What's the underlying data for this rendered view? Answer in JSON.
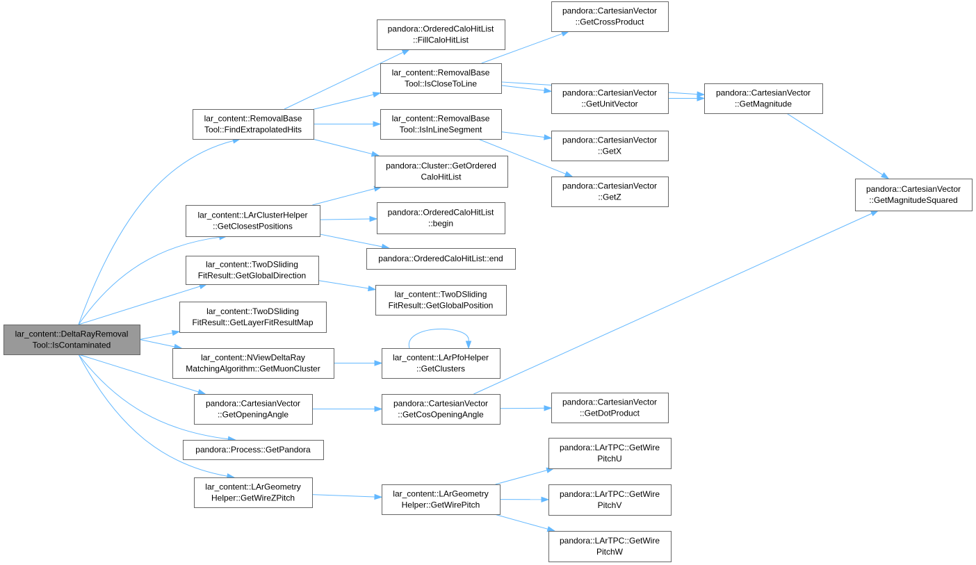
{
  "colors": {
    "edge": "#63b8ff",
    "node_border": "#666666",
    "root_fill": "#999999",
    "node_fill": "#ffffff"
  },
  "nodes": [
    {
      "id": "n0",
      "lines": [
        "lar_content::DeltaRayRemoval",
        "Tool::IsContaminated"
      ],
      "root": true
    },
    {
      "id": "n1",
      "lines": [
        "lar_content::RemovalBase",
        "Tool::FindExtrapolatedHits"
      ]
    },
    {
      "id": "n2",
      "lines": [
        "pandora::OrderedCaloHitList",
        "::FillCaloHitList"
      ]
    },
    {
      "id": "n3",
      "lines": [
        "lar_content::RemovalBase",
        "Tool::IsCloseToLine"
      ]
    },
    {
      "id": "n4",
      "lines": [
        "pandora::CartesianVector",
        "::GetCrossProduct"
      ]
    },
    {
      "id": "n5",
      "lines": [
        "pandora::CartesianVector",
        "::GetUnitVector"
      ]
    },
    {
      "id": "n6",
      "lines": [
        "pandora::CartesianVector",
        "::GetMagnitude"
      ]
    },
    {
      "id": "n7",
      "lines": [
        "pandora::CartesianVector",
        "::GetMagnitudeSquared"
      ]
    },
    {
      "id": "n8",
      "lines": [
        "lar_content::RemovalBase",
        "Tool::IsInLineSegment"
      ]
    },
    {
      "id": "n9",
      "lines": [
        "pandora::CartesianVector",
        "::GetX"
      ]
    },
    {
      "id": "n10",
      "lines": [
        "pandora::CartesianVector",
        "::GetZ"
      ]
    },
    {
      "id": "n11",
      "lines": [
        "pandora::Cluster::GetOrdered",
        "CaloHitList"
      ]
    },
    {
      "id": "n12",
      "lines": [
        "lar_content::LArClusterHelper",
        "::GetClosestPositions"
      ]
    },
    {
      "id": "n13",
      "lines": [
        "pandora::OrderedCaloHitList",
        "::begin"
      ]
    },
    {
      "id": "n14",
      "lines": [
        "pandora::OrderedCaloHitList::end"
      ]
    },
    {
      "id": "n15",
      "lines": [
        "lar_content::TwoDSliding",
        "FitResult::GetGlobalDirection"
      ]
    },
    {
      "id": "n16",
      "lines": [
        "lar_content::TwoDSliding",
        "FitResult::GetGlobalPosition"
      ]
    },
    {
      "id": "n17",
      "lines": [
        "lar_content::TwoDSliding",
        "FitResult::GetLayerFitResultMap"
      ]
    },
    {
      "id": "n18",
      "lines": [
        "lar_content::NViewDeltaRay",
        "MatchingAlgorithm::GetMuonCluster"
      ]
    },
    {
      "id": "n19",
      "lines": [
        "lar_content::LArPfoHelper",
        "::GetClusters"
      ]
    },
    {
      "id": "n20",
      "lines": [
        "pandora::CartesianVector",
        "::GetOpeningAngle"
      ]
    },
    {
      "id": "n21",
      "lines": [
        "pandora::CartesianVector",
        "::GetCosOpeningAngle"
      ]
    },
    {
      "id": "n22",
      "lines": [
        "pandora::CartesianVector",
        "::GetDotProduct"
      ]
    },
    {
      "id": "n23",
      "lines": [
        "pandora::Process::GetPandora"
      ]
    },
    {
      "id": "n24",
      "lines": [
        "lar_content::LArGeometry",
        "Helper::GetWireZPitch"
      ]
    },
    {
      "id": "n25",
      "lines": [
        "lar_content::LArGeometry",
        "Helper::GetWirePitch"
      ]
    },
    {
      "id": "n26",
      "lines": [
        "pandora::LArTPC::GetWire",
        "PitchU"
      ]
    },
    {
      "id": "n27",
      "lines": [
        "pandora::LArTPC::GetWire",
        "PitchV"
      ]
    },
    {
      "id": "n28",
      "lines": [
        "pandora::LArTPC::GetWire",
        "PitchW"
      ]
    }
  ],
  "edges": [
    [
      "n0",
      "n1"
    ],
    [
      "n0",
      "n12"
    ],
    [
      "n0",
      "n15"
    ],
    [
      "n0",
      "n17"
    ],
    [
      "n0",
      "n18"
    ],
    [
      "n0",
      "n20"
    ],
    [
      "n0",
      "n23"
    ],
    [
      "n0",
      "n24"
    ],
    [
      "n1",
      "n2"
    ],
    [
      "n1",
      "n3"
    ],
    [
      "n1",
      "n8"
    ],
    [
      "n1",
      "n11"
    ],
    [
      "n3",
      "n4"
    ],
    [
      "n3",
      "n5"
    ],
    [
      "n3",
      "n6"
    ],
    [
      "n5",
      "n6"
    ],
    [
      "n6",
      "n7"
    ],
    [
      "n8",
      "n9"
    ],
    [
      "n8",
      "n10"
    ],
    [
      "n12",
      "n11"
    ],
    [
      "n12",
      "n13"
    ],
    [
      "n12",
      "n14"
    ],
    [
      "n15",
      "n16"
    ],
    [
      "n18",
      "n19"
    ],
    [
      "n19",
      "n19"
    ],
    [
      "n20",
      "n21"
    ],
    [
      "n21",
      "n22"
    ],
    [
      "n21",
      "n7"
    ],
    [
      "n24",
      "n25"
    ],
    [
      "n25",
      "n26"
    ],
    [
      "n25",
      "n27"
    ],
    [
      "n25",
      "n28"
    ]
  ]
}
